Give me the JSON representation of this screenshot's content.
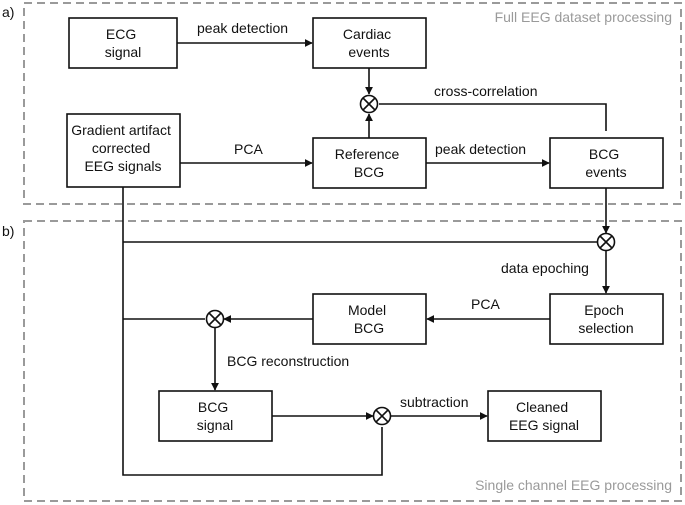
{
  "panels": {
    "a": {
      "label": "a)",
      "title": "Full EEG dataset processing"
    },
    "b": {
      "label": "b)",
      "title": "Single channel EEG processing"
    }
  },
  "boxes": {
    "ecg_signal": [
      "ECG",
      "signal"
    ],
    "cardiac_events": [
      "Cardiac",
      "events"
    ],
    "gradient_corrected": [
      "Gradient artifact",
      "corrected",
      "EEG signals"
    ],
    "reference_bcg": [
      "Reference",
      "BCG"
    ],
    "bcg_events": [
      "BCG",
      "events"
    ],
    "model_bcg": [
      "Model",
      "BCG"
    ],
    "epoch_selection": [
      "Epoch",
      "selection"
    ],
    "bcg_signal": [
      "BCG",
      "signal"
    ],
    "cleaned_eeg": [
      "Cleaned",
      "EEG signal"
    ]
  },
  "edges": {
    "peak_detection_1": "peak detection",
    "cross_correlation": "cross-correlation",
    "pca_1": "PCA",
    "peak_detection_2": "peak detection",
    "data_epoching": "data epoching",
    "pca_2": "PCA",
    "bcg_reconstruction": "BCG reconstruction",
    "subtraction": "subtraction"
  },
  "colors": {
    "stroke": "#111111",
    "panel_border": "#9a9a9a",
    "panel_title": "#9a9a9a"
  },
  "icons": {
    "combine_node": "circle-times-icon"
  }
}
